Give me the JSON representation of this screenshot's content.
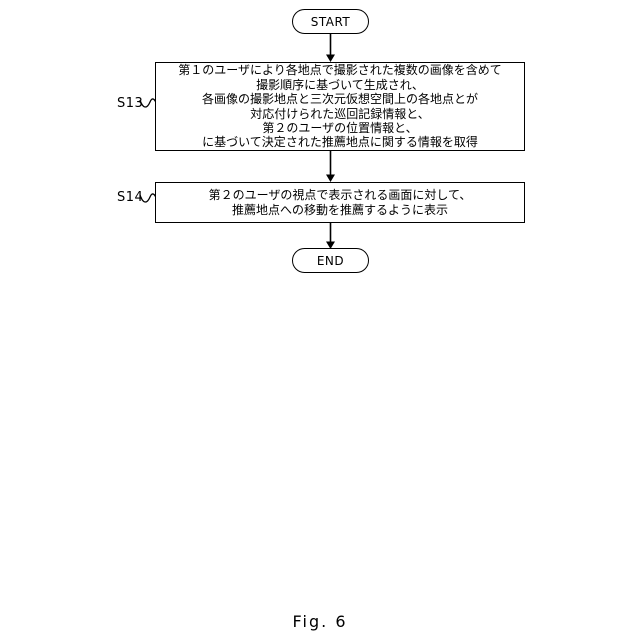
{
  "figure": {
    "caption": "Fig. 6"
  },
  "flowchart": {
    "start_label": "START",
    "end_label": "END",
    "steps": [
      {
        "id": "S13",
        "lines": [
          "第１のユーザにより各地点で撮影された複数の画像を含めて",
          "撮影順序に基づいて生成され、",
          "各画像の撮影地点と三次元仮想空間上の各地点とが",
          "対応付けられた巡回記録情報と、",
          "第２のユーザの位置情報と、",
          "に基づいて決定された推薦地点に関する情報を取得"
        ]
      },
      {
        "id": "S14",
        "lines": [
          "第２のユーザの視点で表示される画面に対して、",
          "推薦地点への移動を推薦するように表示"
        ]
      }
    ]
  }
}
